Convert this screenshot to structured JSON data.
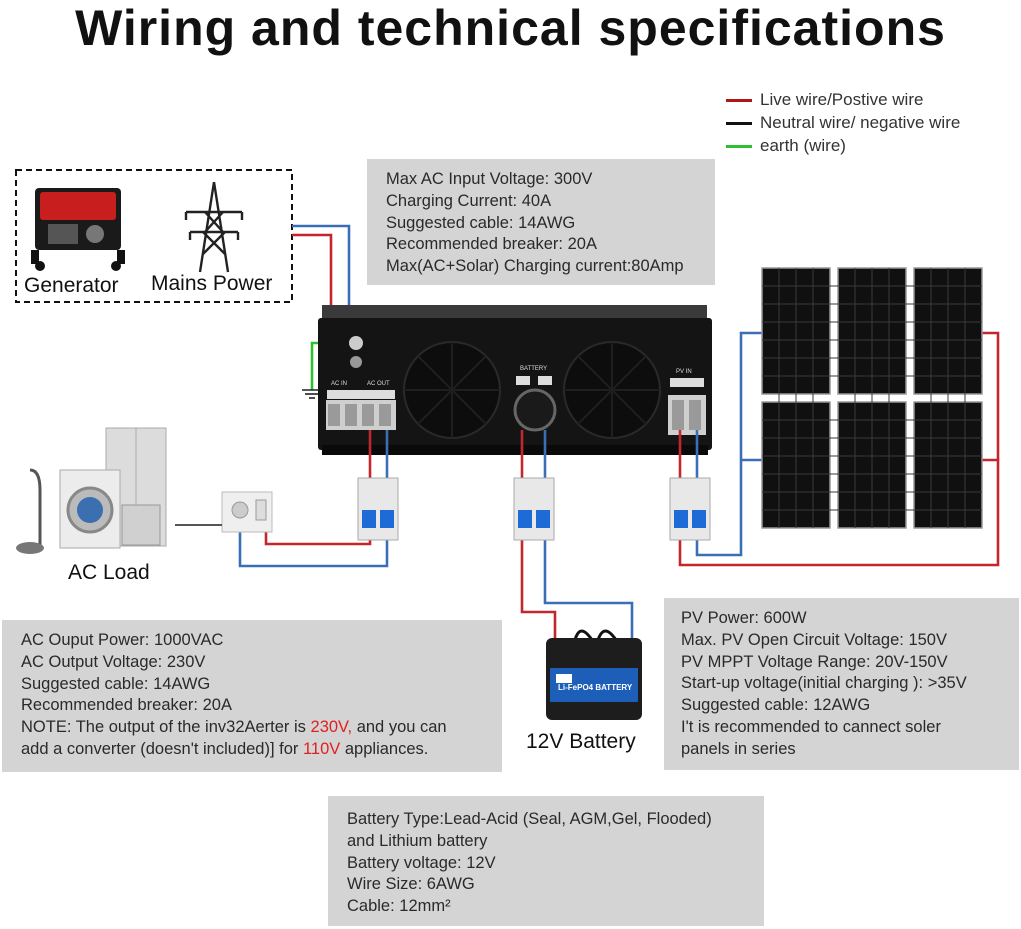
{
  "title": "Wiring and technical specifications",
  "legend": [
    {
      "label": "Live wire/Postive wire",
      "color": "#b01818"
    },
    {
      "label": "Neutral wire/ negative wire",
      "color": "#111111"
    },
    {
      "label": "earth (wire)",
      "color": "#2ec02e"
    }
  ],
  "sources": {
    "generator": "Generator",
    "mains": "Mains Power"
  },
  "ac_input_specs": [
    "Max AC Input Voltage: 300V",
    "Charging Current: 40A",
    "Suggested cable: 14AWG",
    "Recommended breaker: 20A",
    "Max(AC+Solar) Charging current:80Amp"
  ],
  "ac_load_label": "AC Load",
  "battery_label": "12V Battery",
  "battery_brand": "Li-FePO4 BATTERY",
  "inverter_labels": {
    "ac_in": "AC IN",
    "ac_out": "AC OUT",
    "battery": "BATTERY",
    "pv_in": "PV IN"
  },
  "ac_output_specs": {
    "lines": [
      "AC Ouput Power: 1000VAC",
      "AC Output Voltage: 230V",
      "Suggested cable: 14AWG",
      "Recommended breaker: 20A"
    ],
    "note_prefix": "NOTE: The output of the inv32Aerter is ",
    "note_highlight_1": "230V,",
    "note_mid": " and you can",
    "note_line2_prefix": "add a converter (doesn't included)] for ",
    "note_highlight_2": "110V",
    "note_suffix": " appliances."
  },
  "pv_specs": [
    "PV Power: 600W",
    "Max.  PV Open Circuit Voltage: 150V",
    "PV MPPT Voltage Range: 20V-150V",
    "Start-up voltage(initial charging ): >35V",
    "Suggested cable: 12AWG",
    "I't is recommended to cannect soler",
    "panels in series"
  ],
  "battery_specs": [
    "Battery Type:Lead-Acid (Seal, AGM,Gel, Flooded)",
    "and Lithium battery",
    "Battery voltage: 12V",
    "Wire Size: 6AWG",
    "Cable: 12mm²"
  ],
  "colors": {
    "live": "#c4262e",
    "neutral": "#3a6fb8",
    "earth": "#2ec02e",
    "specbox": "#d4d4d4"
  }
}
